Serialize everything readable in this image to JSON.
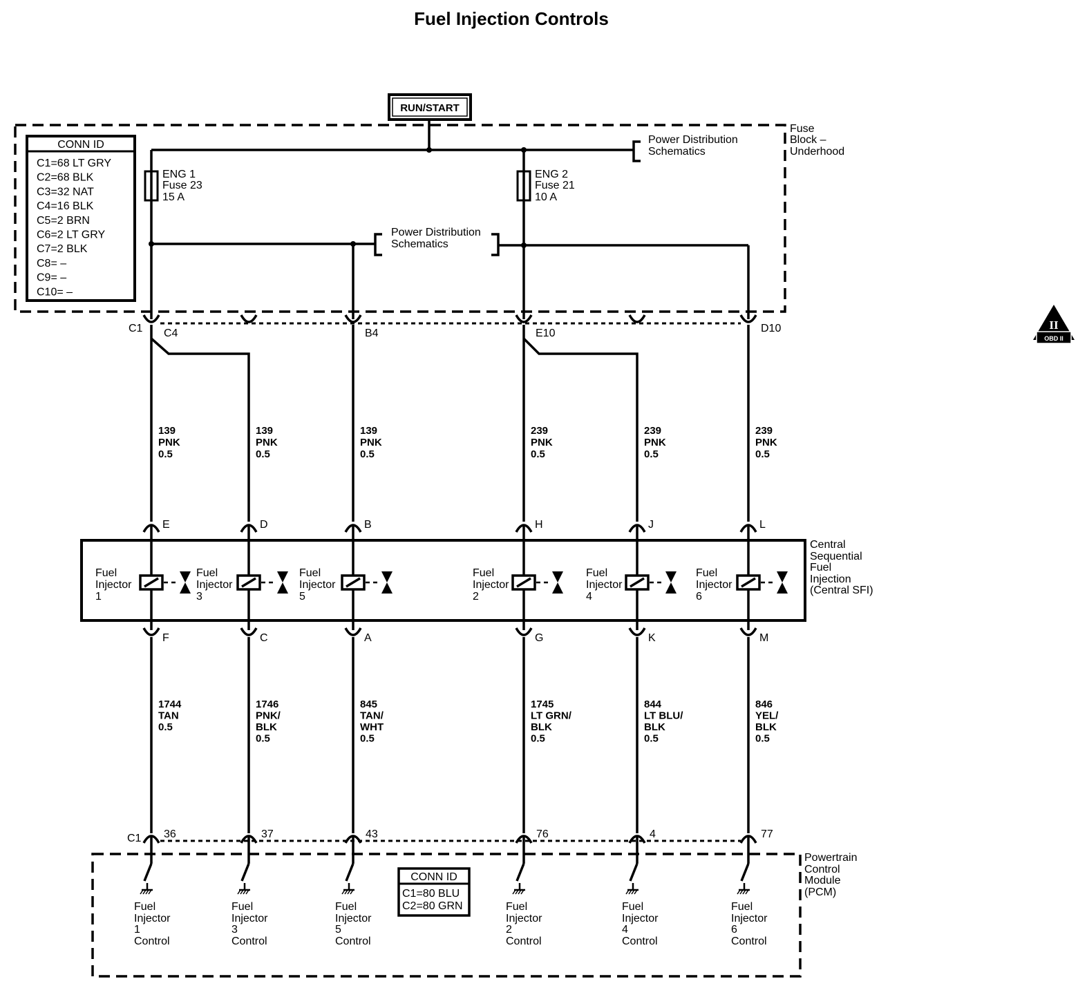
{
  "title": "Fuel Injection Controls",
  "run_start": "RUN/START",
  "fuse_block": {
    "l1": "Fuse",
    "l2": "Block –",
    "l3": "Underhood"
  },
  "conn_id_top": {
    "header": "CONN ID",
    "rows": [
      "C1=68 LT GRY",
      "C2=68 BLK",
      "C3=32 NAT",
      "C4=16 BLK",
      "C5=2 BRN",
      "C6=2 LT GRY",
      "C7=2 BLK",
      "C8= –",
      "C9= –",
      "C10= –"
    ]
  },
  "power_dist": {
    "l1": "Power Distribution",
    "l2": "Schematics"
  },
  "fuse1": {
    "l1": "ENG 1",
    "l2": "Fuse 23",
    "l3": "15 A"
  },
  "fuse2": {
    "l1": "ENG 2",
    "l2": "Fuse 21",
    "l3": "10 A"
  },
  "top_connector": {
    "c1": "C1",
    "pins": [
      "C4",
      "B4",
      "E10",
      "D10"
    ]
  },
  "upper_wires": [
    {
      "circuit": "139",
      "color": "PNK",
      "gauge": "0.5"
    },
    {
      "circuit": "139",
      "color": "PNK",
      "gauge": "0.5"
    },
    {
      "circuit": "139",
      "color": "PNK",
      "gauge": "0.5"
    },
    {
      "circuit": "239",
      "color": "PNK",
      "gauge": "0.5"
    },
    {
      "circuit": "239",
      "color": "PNK",
      "gauge": "0.5"
    },
    {
      "circuit": "239",
      "color": "PNK",
      "gauge": "0.5"
    }
  ],
  "sfi_pins_top": [
    "E",
    "D",
    "B",
    "H",
    "J",
    "L"
  ],
  "sfi_pins_bottom": [
    "F",
    "C",
    "A",
    "G",
    "K",
    "M"
  ],
  "injectors": [
    {
      "l1": "Fuel",
      "l2": "Injector",
      "l3": "1"
    },
    {
      "l1": "Fuel",
      "l2": "Injector",
      "l3": "3"
    },
    {
      "l1": "Fuel",
      "l2": "Injector",
      "l3": "5"
    },
    {
      "l1": "Fuel",
      "l2": "Injector",
      "l3": "2"
    },
    {
      "l1": "Fuel",
      "l2": "Injector",
      "l3": "4"
    },
    {
      "l1": "Fuel",
      "l2": "Injector",
      "l3": "6"
    }
  ],
  "sfi_label": {
    "l1": "Central",
    "l2": "Sequential",
    "l3": "Fuel",
    "l4": "Injection",
    "l5": "(Central SFI)"
  },
  "lower_wires": [
    {
      "circuit": "1744",
      "c1": "TAN",
      "c2": "",
      "gauge": "0.5"
    },
    {
      "circuit": "1746",
      "c1": "PNK/",
      "c2": "BLK",
      "gauge": "0.5"
    },
    {
      "circuit": "845",
      "c1": "TAN/",
      "c2": "WHT",
      "gauge": "0.5"
    },
    {
      "circuit": "1745",
      "c1": "LT GRN/",
      "c2": "BLK",
      "gauge": "0.5"
    },
    {
      "circuit": "844",
      "c1": "LT BLU/",
      "c2": "BLK",
      "gauge": "0.5"
    },
    {
      "circuit": "846",
      "c1": "YEL/",
      "c2": "BLK",
      "gauge": "0.5"
    }
  ],
  "pcm_connector": {
    "c1": "C1",
    "pins": [
      "36",
      "37",
      "43",
      "76",
      "4",
      "77"
    ]
  },
  "pcm_label": {
    "l1": "Powertrain",
    "l2": "Control",
    "l3": "Module",
    "l4": "(PCM)"
  },
  "conn_id_bottom": {
    "header": "CONN ID",
    "rows": [
      "C1=80 BLU",
      "C2=80 GRN"
    ]
  },
  "controls": [
    {
      "l1": "Fuel",
      "l2": "Injector",
      "l3": "1",
      "l4": "Control"
    },
    {
      "l1": "Fuel",
      "l2": "Injector",
      "l3": "3",
      "l4": "Control"
    },
    {
      "l1": "Fuel",
      "l2": "Injector",
      "l3": "5",
      "l4": "Control"
    },
    {
      "l1": "Fuel",
      "l2": "Injector",
      "l3": "2",
      "l4": "Control"
    },
    {
      "l1": "Fuel",
      "l2": "Injector",
      "l3": "4",
      "l4": "Control"
    },
    {
      "l1": "Fuel",
      "l2": "Injector",
      "l3": "6",
      "l4": "Control"
    }
  ],
  "obd_badge": {
    "symbol": "II",
    "text": "OBD II"
  }
}
